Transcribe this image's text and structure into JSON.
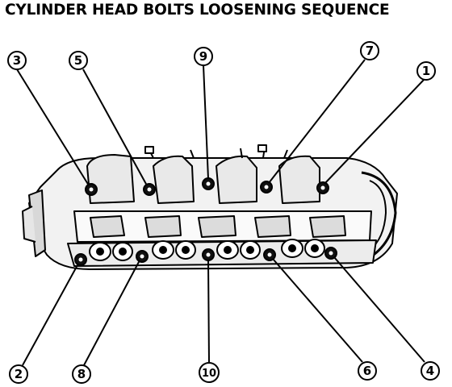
{
  "title": "CYLINDER HEAD BOLTS LOOSENING SEQUENCE",
  "callouts": [
    {
      "label": "3"
    },
    {
      "label": "5"
    },
    {
      "label": "9"
    },
    {
      "label": "7"
    },
    {
      "label": "1"
    },
    {
      "label": "2"
    },
    {
      "label": "8"
    },
    {
      "label": "10"
    },
    {
      "label": "6"
    },
    {
      "label": "4"
    }
  ]
}
